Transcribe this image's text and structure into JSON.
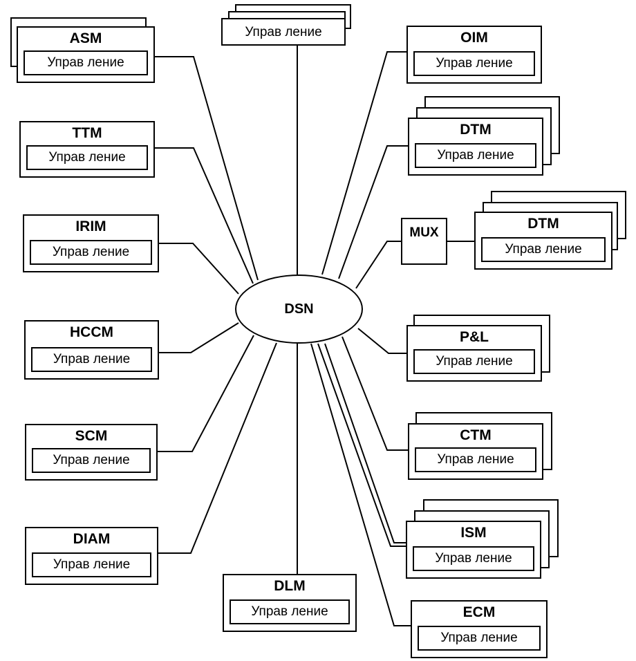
{
  "hub": {
    "label": "DSN"
  },
  "mux": {
    "label": "MUX"
  },
  "control_label": "Управ ление",
  "modules": {
    "top": {
      "name": ""
    },
    "asm": {
      "name": "ASM"
    },
    "ttm": {
      "name": "TTM"
    },
    "irim": {
      "name": "IRIM"
    },
    "hccm": {
      "name": "HCCM"
    },
    "scm": {
      "name": "SCM"
    },
    "diam": {
      "name": "DIAM"
    },
    "dlm": {
      "name": "DLM"
    },
    "oim": {
      "name": "OIM"
    },
    "dtm1": {
      "name": "DTM"
    },
    "dtm2": {
      "name": "DTM"
    },
    "pl": {
      "name": "P&L"
    },
    "ctm": {
      "name": "CTM"
    },
    "ism": {
      "name": "ISM"
    },
    "ecm": {
      "name": "ECM"
    }
  }
}
